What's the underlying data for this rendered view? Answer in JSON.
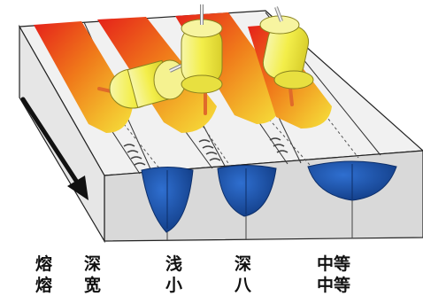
{
  "labels": {
    "col1_top": "熔",
    "col1_bottom": "熔",
    "col2_top": "深",
    "col2_bottom": "宽",
    "col3_top": "浅",
    "col3_bottom": "小",
    "col4_top": "深",
    "col4_bottom": "八",
    "col5_top": "中等",
    "col5_bottom": "中等"
  },
  "colors": {
    "block_top": "#f1f1f1",
    "block_front": "#d7d7d7",
    "bead_red": "#e8261c",
    "bead_orange": "#f29a1c",
    "bead_yellow": "#f6e03a",
    "torch_yellow": "#f4f060",
    "electrode_orange": "#e06a2a",
    "weld_pool_blue": "#1a4fa3",
    "arrow": "#111111"
  }
}
